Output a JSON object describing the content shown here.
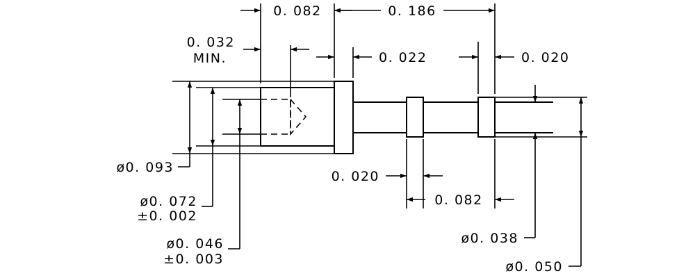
{
  "dimensions": {
    "top_width": "0. 082",
    "overall_length": "0. 186",
    "min_depth": "0. 032",
    "min_depth_note": "MIN.",
    "collar_gap": "0. 022",
    "right_band": "0. 020",
    "band_width": "0. 020",
    "band_spacing": "0. 082",
    "outer_dia": "ø0. 093",
    "bore_dia": "ø0. 072",
    "bore_tol": "±0. 002",
    "hole_dia": "ø0. 046",
    "hole_tol": "±0. 003",
    "pin_dia": "ø0. 038",
    "tip_dia": "ø0. 050"
  }
}
